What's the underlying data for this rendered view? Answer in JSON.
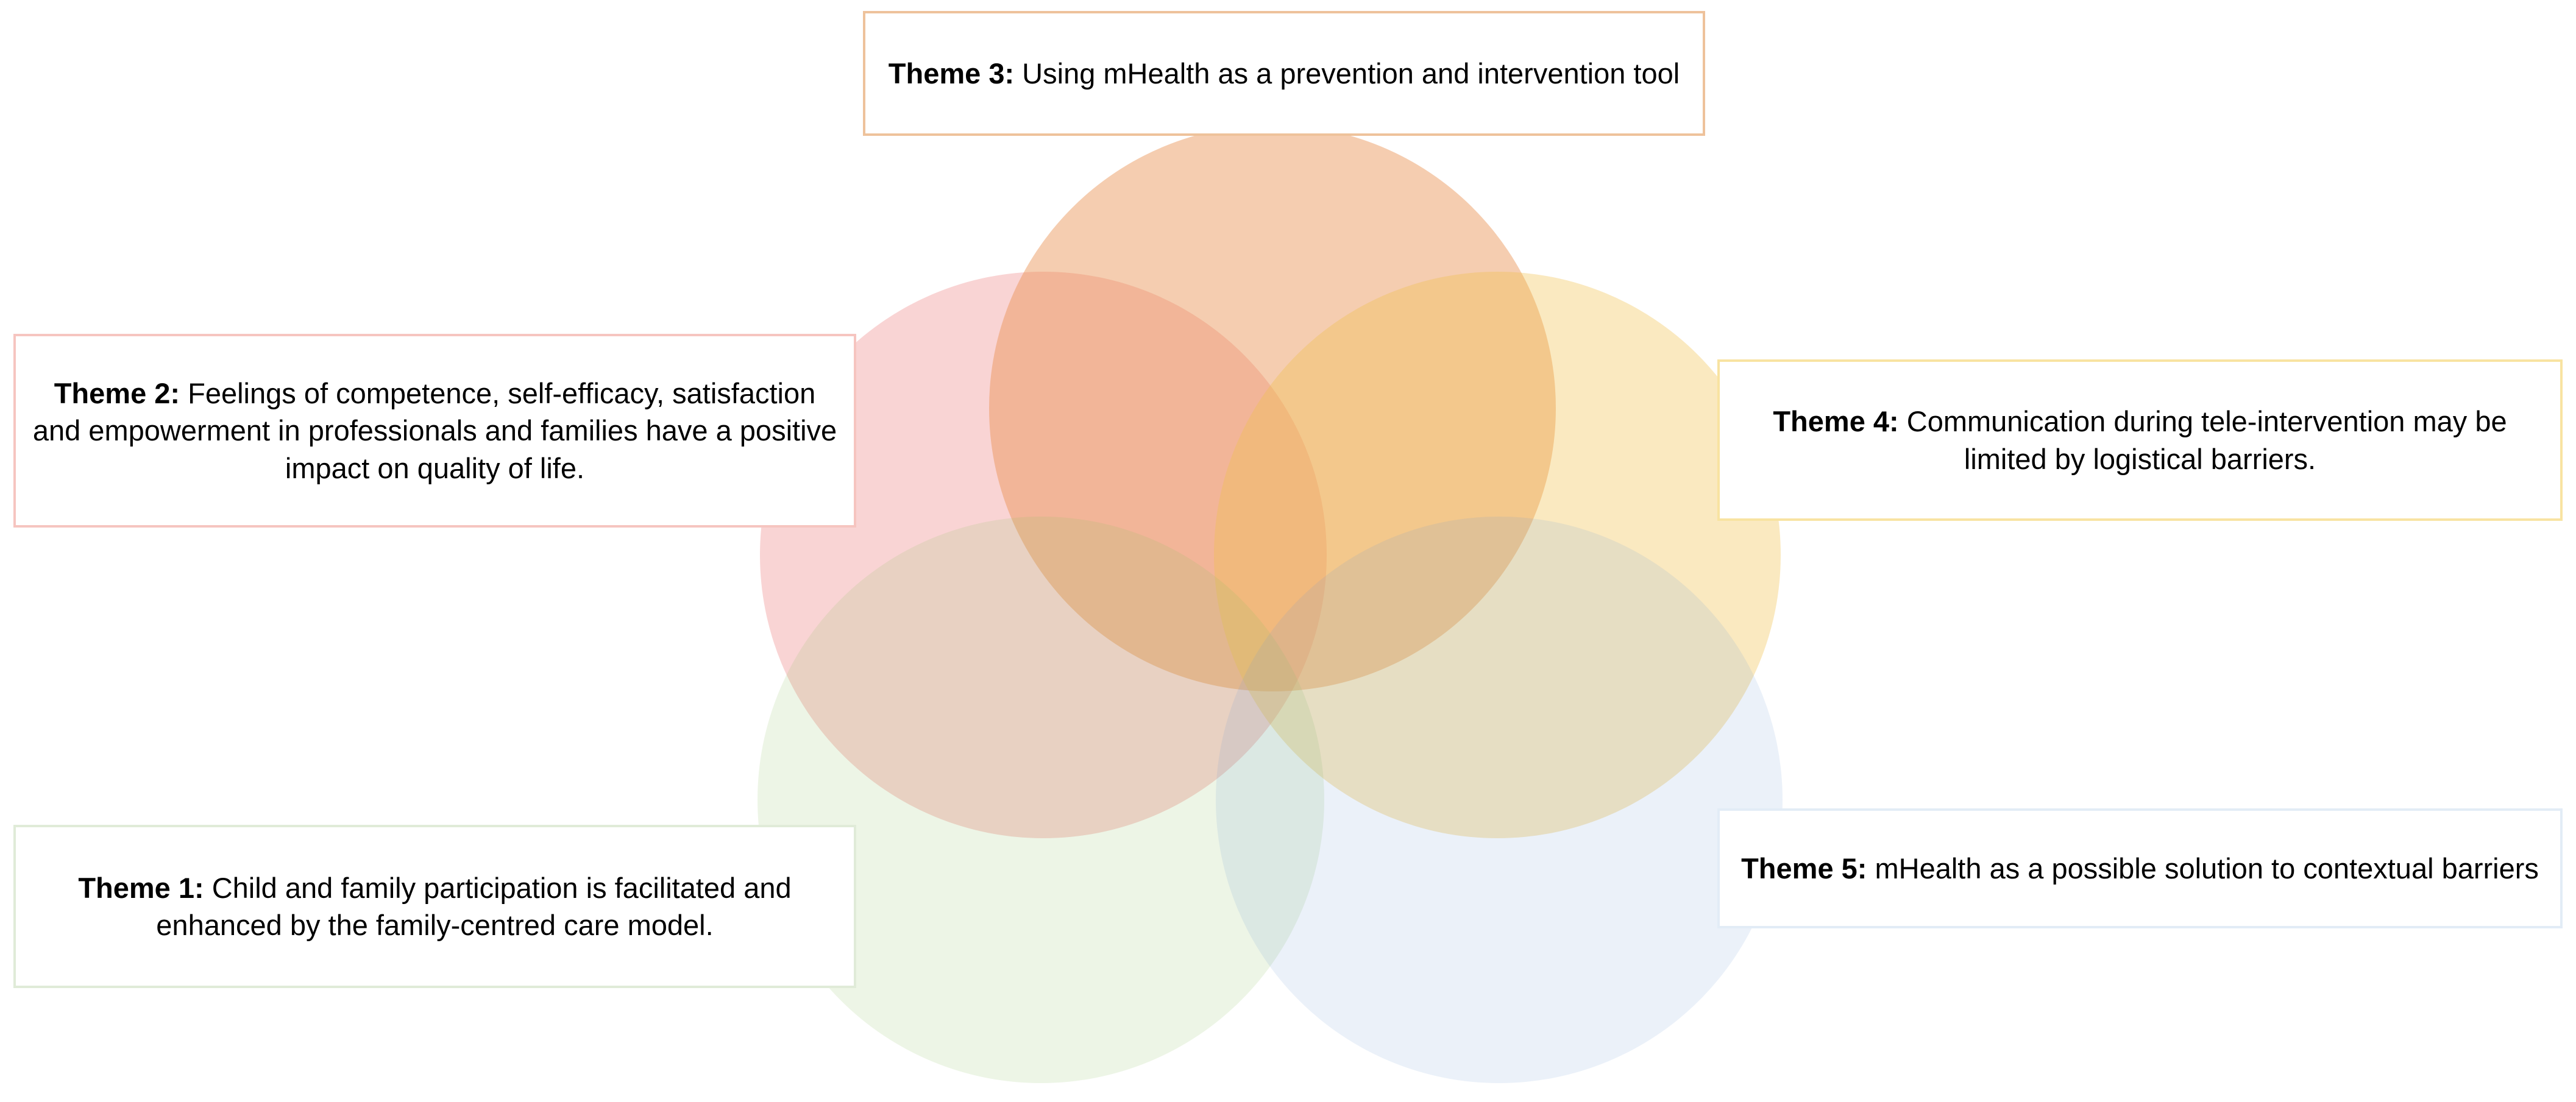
{
  "figure": {
    "type": "venn-diagram",
    "background_color": "#ffffff",
    "circle_count": 5,
    "box_count": 5
  },
  "themes": [
    {
      "id": "theme1",
      "lead": "Theme 1:",
      "text": " Child and family participation is facilitated and enhanced by the family-centred care model.",
      "circle_color": "#8fbf63",
      "box_border_color": "#e0ebd8",
      "circle_name": "green-circle",
      "position": "bottom-left"
    },
    {
      "id": "theme2",
      "lead": "Theme 2:",
      "text": " Feelings of competence, self-efficacy, satisfaction and empowerment in professionals and families have a positive impact on quality of life.",
      "circle_color": "#f2a0a0",
      "box_border_color": "#f6c5c0",
      "circle_name": "pink-circle",
      "position": "middle-left"
    },
    {
      "id": "theme3",
      "lead": "Theme 3:",
      "text": " Using mHealth as a prevention and intervention tool",
      "circle_color": "#e8914f",
      "box_border_color": "#eec29b",
      "circle_name": "orange-circle",
      "position": "top-centre"
    },
    {
      "id": "theme4",
      "lead": "Theme 4:",
      "text": " Communication during tele-intervention may be limited by logistical barriers.",
      "circle_color": "#f2c14b",
      "box_border_color": "#f8e3a1",
      "circle_name": "yellow-circle",
      "position": "middle-right"
    },
    {
      "id": "theme5",
      "lead": "Theme 5:",
      "text": " mHealth as a possible solution to contextual barriers",
      "circle_color": "#6e9fd8",
      "box_border_color": "#e2ecf6",
      "circle_name": "blue-circle",
      "position": "bottom-right"
    }
  ]
}
